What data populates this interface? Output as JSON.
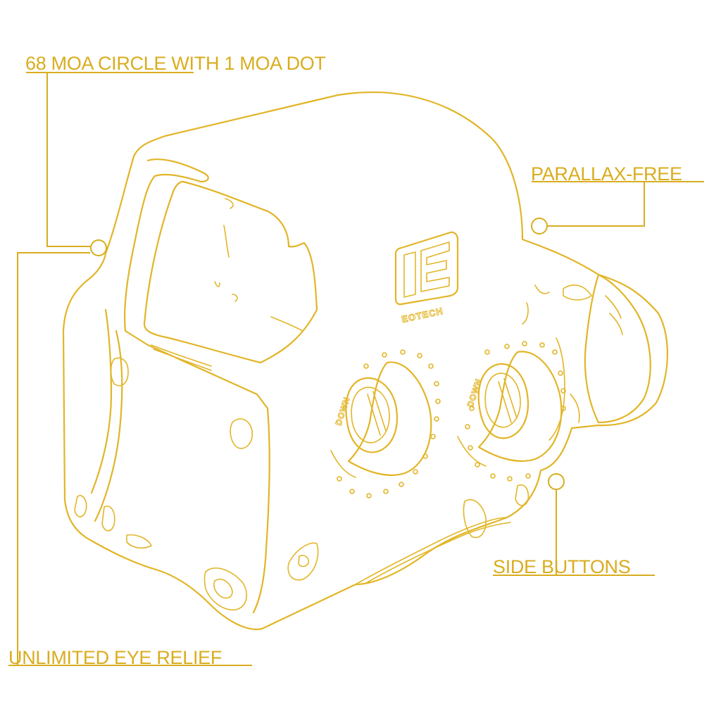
{
  "accent_color": "#d9ad1f",
  "callouts": [
    {
      "id": "moa",
      "text": "68 MOA CIRCLE WITH 1 MOA DOT"
    },
    {
      "id": "parallax",
      "text": "PARALLAX-FREE"
    },
    {
      "id": "buttons",
      "text": "SIDE BUTTONS"
    },
    {
      "id": "eye",
      "text": "UNLIMITED EYE RELIEF"
    }
  ],
  "device": {
    "brand": "EOTECH",
    "knob_left_label": "DOWN",
    "knob_right_label": "DOWN"
  },
  "icons": [
    "callout-ring-icon",
    "eotech-logo-icon",
    "adjustment-knob-icon"
  ]
}
